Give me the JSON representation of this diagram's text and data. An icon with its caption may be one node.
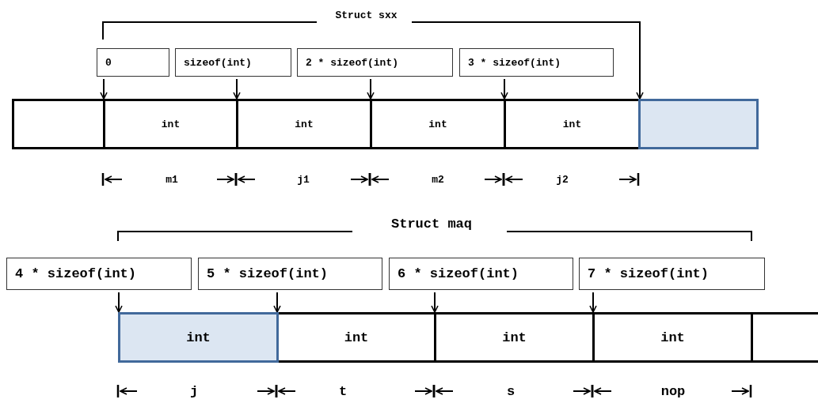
{
  "diagram": {
    "nodes": [
      {
        "text": [
          "Struct sxx"
        ]
      },
      {
        "text": [
          "0"
        ]
      },
      {
        "text": [
          "sizeof(int)"
        ]
      },
      {
        "text": [
          "2 * sizeof(int)"
        ]
      },
      {
        "text": [
          "3 * sizeof(int)"
        ]
      },
      {
        "text": [],
        "shape": "box"
      },
      {
        "text": [
          "int"
        ]
      },
      {
        "text": [
          "int"
        ]
      },
      {
        "text": [
          "int"
        ]
      },
      {
        "text": [
          "int"
        ]
      },
      {
        "text": [],
        "shape": "box"
      },
      {
        "text": [
          "4 * sizeof(int)"
        ]
      },
      {
        "text": [
          "5 * sizeof(int)"
        ]
      },
      {
        "text": [
          "6 * sizeof(int)"
        ]
      },
      {
        "text": [
          "7 * sizeof(int)"
        ]
      },
      {
        "text": [
          "int"
        ]
      },
      {
        "text": [
          "int"
        ]
      },
      {
        "text": [
          "int"
        ]
      },
      {
        "text": [
          "int"
        ]
      },
      {
        "text": [],
        "shape": "box"
      }
    ],
    "edges": [
      {
        "from": 1,
        "to": 6,
        "arrow": "to"
      },
      {
        "from": 2,
        "to": 7,
        "arrow": "to"
      },
      {
        "from": 3,
        "to": 8,
        "arrow": "to"
      },
      {
        "from": 4,
        "to": 9,
        "arrow": "to"
      },
      {
        "from": 0,
        "to": 10,
        "arrow": "to"
      },
      {
        "from": 11,
        "to": 15,
        "arrow": "to"
      },
      {
        "from": 12,
        "to": 16,
        "arrow": "to"
      },
      {
        "from": 13,
        "to": 17,
        "arrow": "to"
      },
      {
        "from": 14,
        "to": 18,
        "arrow": "to"
      }
    ],
    "labels": [
      "Struct maq",
      "m1",
      "j1",
      "m2",
      "j2",
      "j",
      "t",
      "s",
      "nop"
    ]
  }
}
